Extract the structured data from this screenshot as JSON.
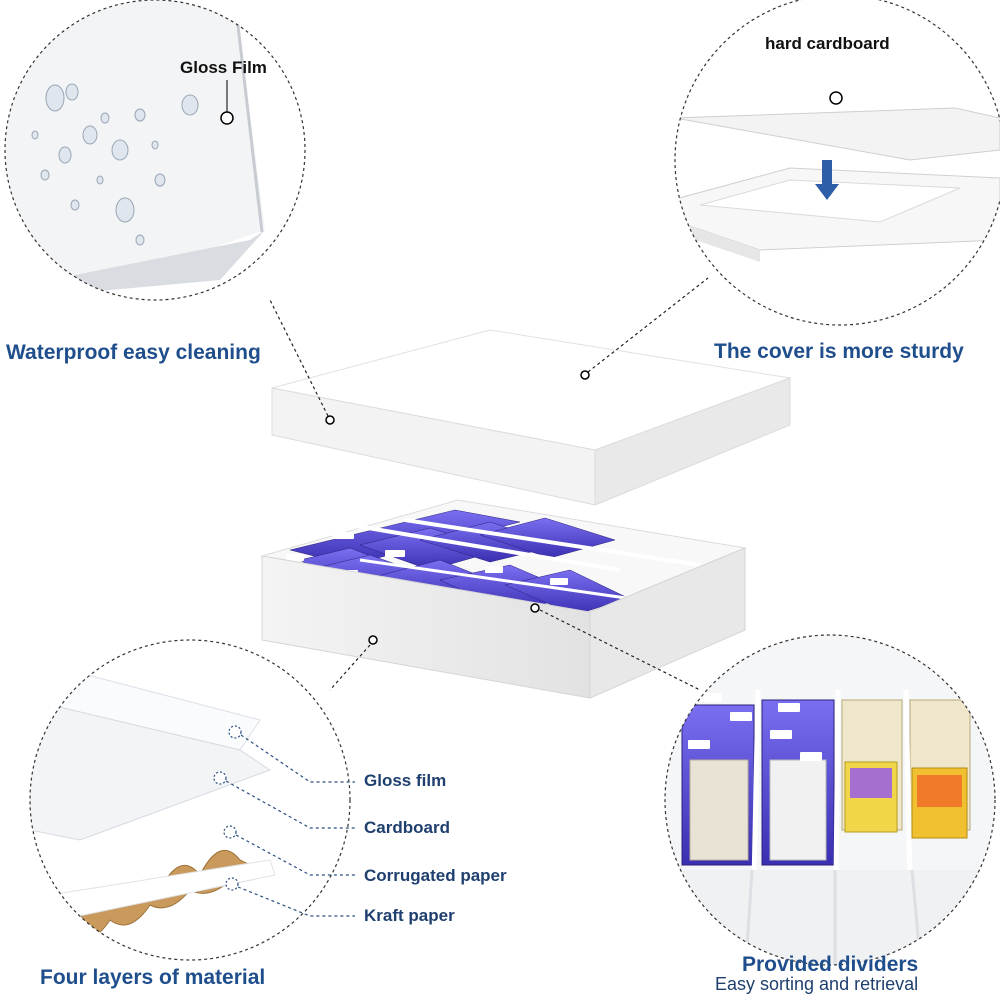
{
  "top_left": {
    "label": "Gloss Film",
    "caption": "Waterproof easy cleaning"
  },
  "top_right": {
    "label": "hard cardboard",
    "caption": "The cover is more sturdy"
  },
  "bottom_left": {
    "layers": [
      "Gloss film",
      "Cardboard",
      "Corrugated paper",
      "Kraft paper"
    ],
    "caption": "Four layers of material"
  },
  "bottom_right": {
    "caption": "Provided dividers",
    "subcaption": "Easy sorting and retrieval"
  },
  "colors": {
    "heading": "#1f4e8c",
    "card_sleeve": "#4b3fc7",
    "kraft": "#c99a5b"
  }
}
